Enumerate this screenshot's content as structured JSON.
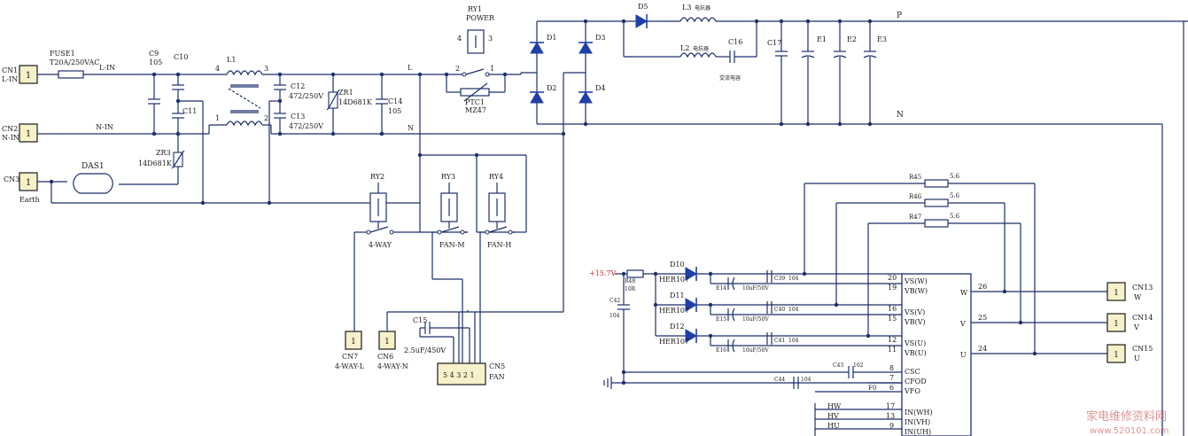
{
  "colors": {
    "wire": "#1c2f6b",
    "diode": "#1f3fa8",
    "connector_fill": "#f6f1c9",
    "supply_label": "#cc2222",
    "watermark": "#c43c3c"
  },
  "labels": {
    "cn1": "CN1",
    "cn1_sub": "L-IN",
    "cn2": "CN2",
    "cn2_sub": "N-IN",
    "cn3": "CN3",
    "cn3_sub": "Earth",
    "fuse": "FUSE1",
    "fuse_val": "T20A/250VAC",
    "lin": "L-IN",
    "nin": "N-IN",
    "c9": "C9",
    "c9_val": "105",
    "c10": "C10",
    "c11": "C11",
    "zr3": "ZR3",
    "zr3_val": "14D681K",
    "das1": "DAS1",
    "l1": "L1",
    "p4": "4",
    "p3": "3",
    "p1": "1",
    "p2": "2",
    "c12": "C12",
    "c12_val": "472/250V",
    "c13": "C13",
    "c13_val": "472/250V",
    "zr1": "ZR1",
    "zr1_val": "14D681K",
    "c14": "C14",
    "c14_val": "105",
    "node_l": "L",
    "node_n": "N",
    "ry1": "RY1",
    "ry1_sub": "POWER",
    "ry1_p4": "4",
    "ry1_p3": "3",
    "ry1_p2": "2",
    "ry1_p1": "1",
    "ptc": "PTC1",
    "ptc_val": "MZ47",
    "d1": "D1",
    "d2": "D2",
    "d3": "D3",
    "d4": "D4",
    "d5": "D5",
    "l3": "L3",
    "l3_cn": "电抗器",
    "l2": "L2",
    "l2_cn": "电抗器",
    "c16": "C16",
    "c16_cn": "交流电容",
    "c17": "C17",
    "e1": "E1",
    "e2": "E2",
    "e3": "E3",
    "bus_p": "P",
    "bus_n": "N",
    "ry2": "RY2",
    "ry3": "RY3",
    "ry4": "RY4",
    "way4": "4-WAY",
    "fan_m": "FAN-M",
    "fan_h": "FAN-H",
    "cn7_pin": "1",
    "cn7": "CN7",
    "cn7_sub": "4-WAY-L",
    "cn6_pin": "1",
    "cn6": "CN6",
    "cn6_sub": "4-WAY-N",
    "c15": "C15",
    "c15_val": "2.5uF/450V",
    "cn5": "CN5",
    "cn5_sub": "FAN",
    "cn5_pins": "5 4 3 2 1",
    "supply": "+15.7V",
    "r48": "R48",
    "r48_val": "10R",
    "c42": "C42",
    "c42_val": "104",
    "d10": "D10",
    "d11": "D11",
    "d12": "D12",
    "her": "HER107",
    "e14": "E14",
    "e15": "E15",
    "e16": "E16",
    "ecap": "10uF/50V",
    "c39": "C39",
    "c40": "C40",
    "c41": "C41",
    "cval": "104",
    "c43": "C43",
    "c43_val": "102",
    "c44": "C44",
    "c44_val": "104",
    "r45": "R45",
    "r46": "R46",
    "r47": "R47",
    "rval": "5.6",
    "pin20": "20",
    "pin19": "19",
    "pin16": "16",
    "pin15": "15",
    "pin12": "12",
    "pin11": "11",
    "pin8": "8",
    "pin7": "7",
    "pin6": "6",
    "pin17": "17",
    "pin13": "13",
    "pin9": "9",
    "pin26": "26",
    "pin25": "25",
    "pin24": "24",
    "vsw": "VS(W)",
    "vbw": "VB(W)",
    "vsv": "VS(V)",
    "vbv": "VB(V)",
    "vsu": "VS(U)",
    "vbu": "VB(U)",
    "csc": "CSC",
    "cfod": "CFOD",
    "vfo": "VFO",
    "inwh": "IN(WH)",
    "invh": "IN(VH)",
    "inuh": "IN(UH)",
    "out_w": "W",
    "out_v": "V",
    "out_u": "U",
    "fo": "F0",
    "hw": "HW",
    "hv": "HV",
    "hu": "HU",
    "cn13": "CN13",
    "cn13_sub": "W",
    "cn14": "CN14",
    "cn14_sub": "V",
    "cn15": "CN15",
    "cn15_sub": "U",
    "pin_one": "1",
    "wm_cn": "家电维修资料网",
    "wm_url": "www.520101.com"
  }
}
